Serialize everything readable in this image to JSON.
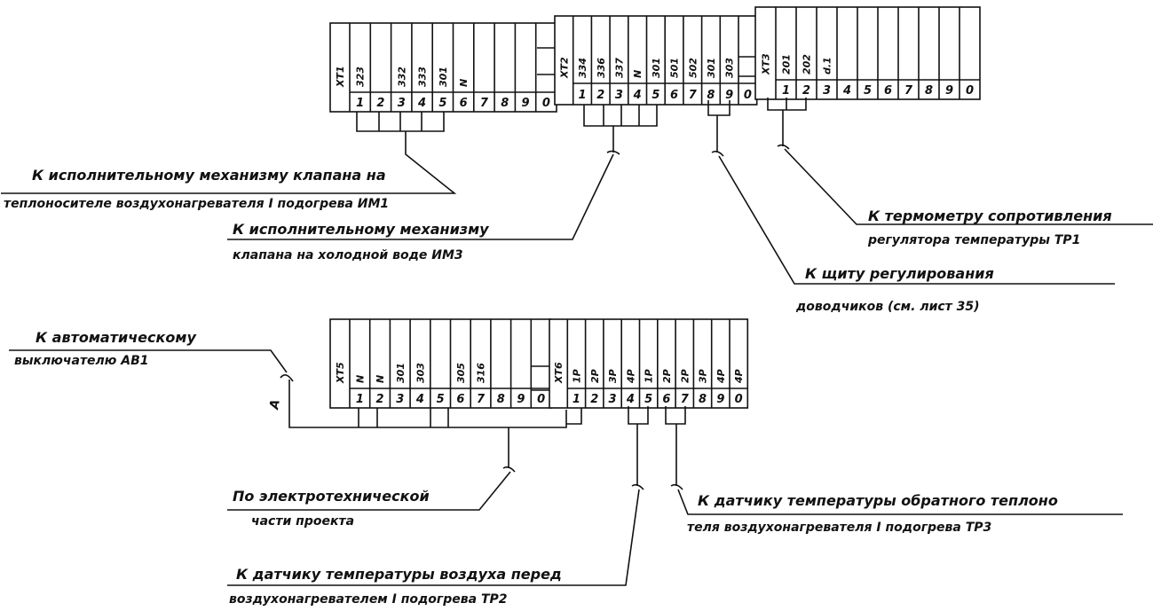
{
  "blocks": [
    {
      "id": "XT1",
      "wires": [
        "323",
        "",
        "332",
        "333",
        "301",
        "N",
        "",
        "",
        "",
        ""
      ],
      "numbers": [
        "1",
        "2",
        "3",
        "4",
        "5",
        "6",
        "7",
        "8",
        "9",
        "0"
      ]
    },
    {
      "id": "XT2",
      "wires": [
        "334",
        "336",
        "337",
        "N",
        "301",
        "501",
        "502",
        "301",
        "303",
        ""
      ],
      "numbers": [
        "1",
        "2",
        "3",
        "4",
        "5",
        "6",
        "7",
        "8",
        "9",
        "0"
      ]
    },
    {
      "id": "XT3",
      "wires": [
        "201",
        "202",
        "d.1",
        "",
        "",
        "",
        "",
        "",
        "",
        ""
      ],
      "numbers": [
        "1",
        "2",
        "3",
        "4",
        "5",
        "6",
        "7",
        "8",
        "9",
        "0"
      ]
    },
    {
      "id": "XT5",
      "wires": [
        "N",
        "N",
        "301",
        "303",
        "",
        "305",
        "316",
        "",
        "",
        ""
      ],
      "numbers": [
        "1",
        "2",
        "3",
        "4",
        "5",
        "6",
        "7",
        "8",
        "9",
        "0"
      ]
    },
    {
      "id": "XT6",
      "wires": [
        "1P",
        "2P",
        "3P",
        "4P",
        "1P",
        "2P",
        "2P",
        "3P",
        "4P",
        "4P"
      ],
      "numbers": [
        "1",
        "2",
        "3",
        "4",
        "5",
        "6",
        "7",
        "8",
        "9",
        "0"
      ]
    }
  ],
  "labels": {
    "im1_line1": "К исполнительному механизму клапана на",
    "im1_line2": "теплоносителе воздухонагревателя I подогрева ИМ1",
    "im3_line1": "К исполнительному механизму",
    "im3_line2": "клапана на холодной воде ИМ3",
    "tr1_line1": "К термометру сопротивления",
    "tr1_line2": "регулятора температуры ТР1",
    "shchit_line1": "К щиту регулирования",
    "shchit_line2": "доводчиков (см. лист 35)",
    "ab1_line1": "К автоматическому",
    "ab1_line2": "выключателю АВ1",
    "a_mark": "А",
    "el_line1": "По электротехнической",
    "el_line2": "части проекта",
    "tr3_line1": "К датчику температуры обратного теплоно",
    "tr3_line2": "теля воздухонагревателя I подогрева ТР3",
    "tr2_line1": "К датчику температуры воздуха перед",
    "tr2_line2": "воздухонагревателем I подогрева ТР2"
  }
}
